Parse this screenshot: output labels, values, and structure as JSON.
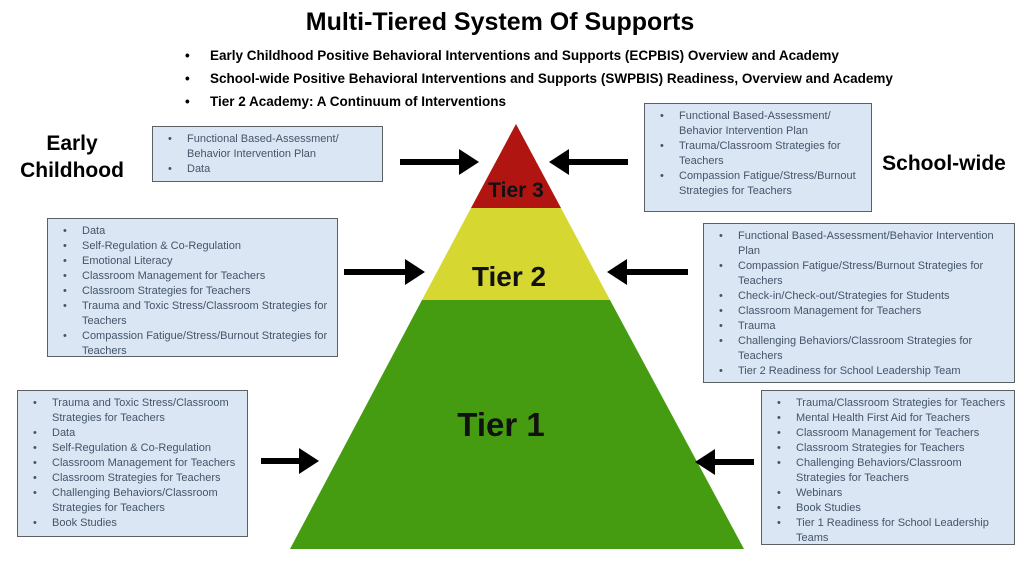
{
  "header": {
    "title": "Multi-Tiered System Of Supports",
    "bullets": [
      "Early Childhood Positive Behavioral Interventions and Supports (ECPBIS) Overview and Academy",
      "School-wide Positive Behavioral Interventions and Supports (SWPBIS) Readiness, Overview and Academy",
      "Tier 2 Academy: A Continuum of Interventions"
    ]
  },
  "side_labels": {
    "left": "Early Childhood",
    "right": "School-wide"
  },
  "pyramid": {
    "tier3": {
      "label": "Tier 3",
      "color": "#b01512"
    },
    "tier2": {
      "label": "Tier 2",
      "color": "#d6d730"
    },
    "tier1": {
      "label": "Tier 1",
      "color": "#459c10"
    }
  },
  "boxes": {
    "early_top": {
      "items": [
        "Functional Based-Assessment/ Behavior Intervention Plan",
        "Data"
      ]
    },
    "schoolwide_top": {
      "items": [
        "Functional Based-Assessment/ Behavior Intervention Plan",
        "Trauma/Classroom Strategies for Teachers",
        "Compassion Fatigue/Stress/Burnout Strategies for Teachers"
      ]
    },
    "tier2_left": {
      "items": [
        "Data",
        "Self-Regulation & Co-Regulation",
        "Emotional Literacy",
        "Classroom Management for Teachers",
        "Classroom Strategies for Teachers",
        "Trauma and Toxic Stress/Classroom Strategies for Teachers",
        "Compassion Fatigue/Stress/Burnout Strategies for Teachers"
      ]
    },
    "tier2_right": {
      "items": [
        "Functional Based-Assessment/Behavior Intervention Plan",
        "Compassion Fatigue/Stress/Burnout Strategies for Teachers",
        "Check-in/Check-out/Strategies for Students",
        "Classroom Management for Teachers",
        "Trauma",
        "Challenging Behaviors/Classroom Strategies for Teachers",
        "Tier 2 Readiness for School Leadership Team"
      ]
    },
    "tier1_left": {
      "items": [
        "Trauma and Toxic Stress/Classroom Strategies for Teachers",
        "Data",
        "Self-Regulation & Co-Regulation",
        "Classroom Management for Teachers",
        "Classroom Strategies for Teachers",
        "Challenging Behaviors/Classroom Strategies for Teachers",
        "Book Studies"
      ]
    },
    "tier1_right": {
      "items": [
        "Trauma/Classroom Strategies for Teachers",
        "Mental Health First Aid for Teachers",
        "Classroom Management for Teachers",
        "Classroom Strategies for Teachers",
        "Challenging Behaviors/Classroom Strategies for Teachers",
        "Webinars",
        "Book Studies",
        "Tier 1 Readiness for School Leadership Teams"
      ]
    }
  },
  "colors": {
    "box_fill": "#dae6f3",
    "box_border": "#5b6065",
    "box_text": "#44546a",
    "arrow": "#000000"
  }
}
